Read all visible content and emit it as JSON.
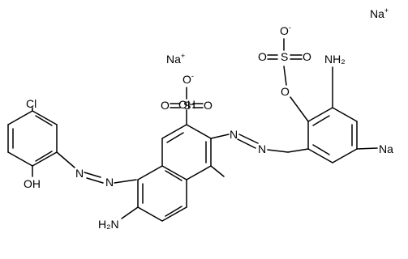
{
  "molecule": {
    "atom_labels": [
      {
        "id": "na-top-right",
        "text": "Na",
        "sup": "+"
      },
      {
        "id": "na-middle",
        "text": "Na",
        "sup": "+"
      },
      {
        "id": "na-ring",
        "text": "Na",
        "sup": ""
      },
      {
        "id": "cl",
        "text": "Cl",
        "sup": ""
      },
      {
        "id": "oh-left",
        "text": "OH",
        "sup": ""
      },
      {
        "id": "oh-center",
        "text": "OH",
        "sup": ""
      },
      {
        "id": "nh2-bottom",
        "text": "H₂N",
        "sup": ""
      },
      {
        "id": "nh2-right",
        "text": "NH₂",
        "sup": ""
      },
      {
        "id": "n-left-1",
        "text": "N",
        "sup": ""
      },
      {
        "id": "n-left-2",
        "text": "N",
        "sup": ""
      },
      {
        "id": "n-right-1",
        "text": "N",
        "sup": ""
      },
      {
        "id": "n-right-2",
        "text": "N",
        "sup": ""
      },
      {
        "id": "o-sulfonate-top",
        "text": "O",
        "sup": "-"
      },
      {
        "id": "o-sulfonate-left",
        "text": "O",
        "sup": ""
      },
      {
        "id": "s-sulfonate",
        "text": "S",
        "sup": ""
      },
      {
        "id": "o-sulfonate-right",
        "text": "O",
        "sup": ""
      },
      {
        "id": "o-sulfate-top",
        "text": "O",
        "sup": "-"
      },
      {
        "id": "o-sulfate-left",
        "text": "O",
        "sup": ""
      },
      {
        "id": "s-sulfate",
        "text": "S",
        "sup": ""
      },
      {
        "id": "o-sulfate-right",
        "text": "O",
        "sup": ""
      },
      {
        "id": "o-sulfate-bridge",
        "text": "O",
        "sup": ""
      }
    ]
  }
}
